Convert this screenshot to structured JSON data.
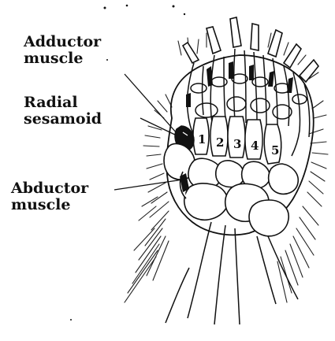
{
  "labels": {
    "adductor_line1": "Adductor",
    "adductor_line2": "muscle",
    "radial_line1": "Radial",
    "radial_line2": "sesamoid",
    "abductor_line1": "Abductor",
    "abductor_line2": "muscle"
  },
  "digit_numbers": [
    "1",
    "2",
    "3",
    "4",
    "5"
  ],
  "colors": {
    "ink": "#111111",
    "paper": "#ffffff"
  }
}
